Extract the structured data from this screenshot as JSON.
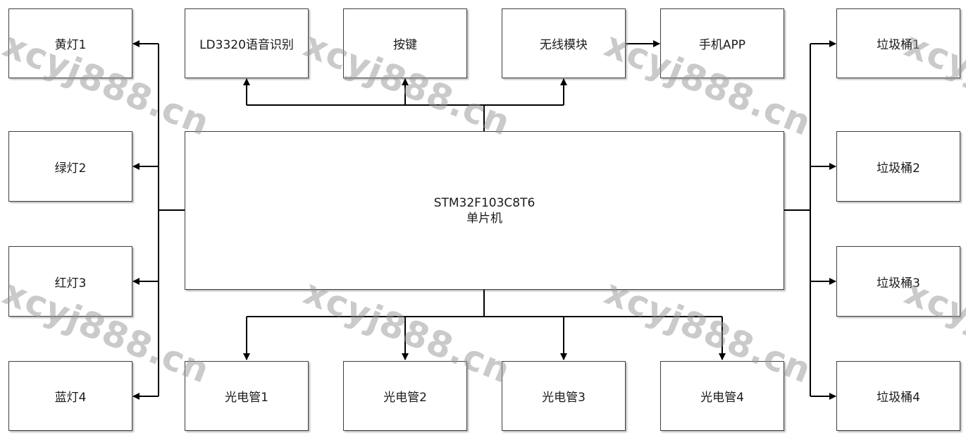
{
  "mcu": {
    "line1": "STM32F103C8T6",
    "line2": "单片机"
  },
  "top_modules": {
    "voice": "LD3320语音识别",
    "keys": "按键",
    "wireless": "无线模块",
    "app": "手机APP"
  },
  "lights": [
    "黄灯1",
    "绿灯2",
    "红灯3",
    "蓝灯4"
  ],
  "bins": [
    "垃圾桶1",
    "垃圾桶2",
    "垃圾桶3",
    "垃圾桶4"
  ],
  "sensors": [
    "光电管1",
    "光电管2",
    "光电管3",
    "光电管4"
  ],
  "watermark": "xcyj888.cn",
  "colors": {
    "border": "#3f3f3f",
    "line": "#000000",
    "watermark": "#969696"
  }
}
